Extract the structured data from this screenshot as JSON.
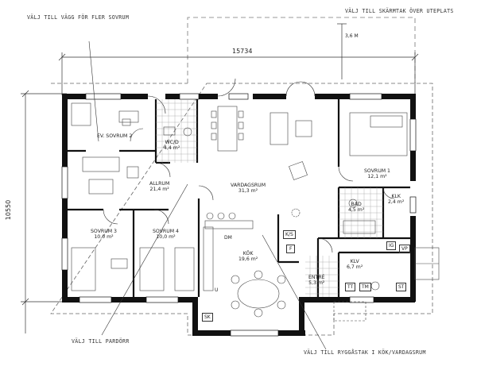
{
  "dimensions": {
    "width": "15734",
    "height": "10550",
    "porch_depth": "3,6 M"
  },
  "notes": {
    "wall_option": "VÄLJ TILL VÄGG FÖR FLER SOVRUM",
    "canopy_option": "VÄLJ TILL SKÄRMTAK ÖVER UTEPLATS",
    "door_option": "VÄLJ TILL PARDÖRR",
    "backrest_option": "VÄLJ TILL RYGGÅSTAK I KÖK/VARDAGSRUM"
  },
  "rooms": {
    "sovrum2": {
      "name": "EV. SOVRUM 2"
    },
    "wc": {
      "name": "WC/D",
      "area": "4,4 m²"
    },
    "allrum": {
      "name": "ALLRUM",
      "area": "21,4 m²"
    },
    "vardagsrum": {
      "name": "VARDAGSRUM",
      "area": "31,3 m²"
    },
    "sovrum1": {
      "name": "SOVRUM 1",
      "area": "12,1 m²"
    },
    "bad": {
      "name": "BAD",
      "area": "4,5 m²"
    },
    "klk": {
      "name": "KLK",
      "area": "2,4 m²"
    },
    "sovrum3": {
      "name": "SOVRUM 3",
      "area": "10,0 m²"
    },
    "sovrum4": {
      "name": "SOVRUM 4",
      "area": "10,0 m²"
    },
    "kok": {
      "name": "KÖK",
      "area": "19,6 m²"
    },
    "klv": {
      "name": "KLV",
      "area": "6,7 m²"
    },
    "entre": {
      "name": "ENTRÉ",
      "area": "5,3 m²"
    }
  },
  "appliances": {
    "dm": "DM",
    "ks": "K/S",
    "f": "F",
    "u": "U",
    "sk": "SK",
    "ig": "IG",
    "vp": "VP",
    "tt": "TT",
    "tm": "TM",
    "st": "ST"
  }
}
